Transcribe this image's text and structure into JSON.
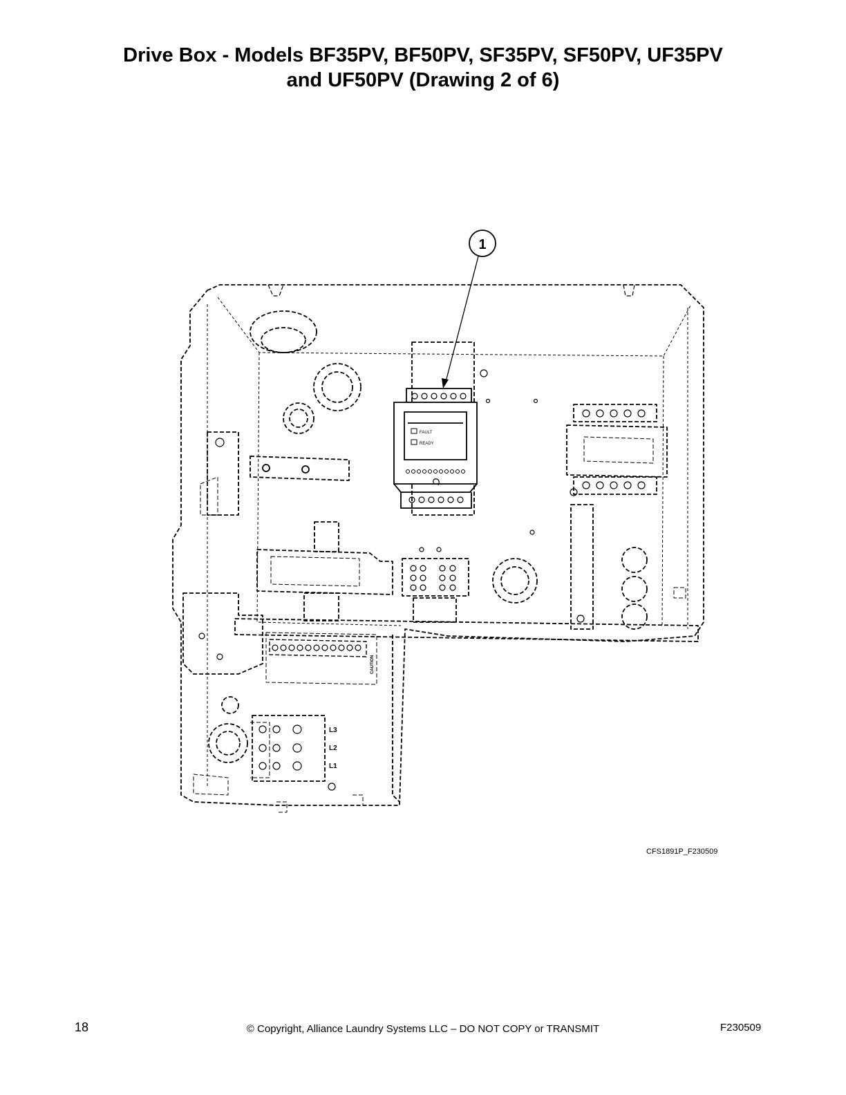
{
  "page": {
    "title_line1": "Drive Box - Models BF35PV, BF50PV, SF35PV, SF50PV, UF35PV",
    "title_line2": "and UF50PV (Drawing 2 of 6)"
  },
  "drawing": {
    "callout_number": "1",
    "indicator_fault": "FAULT",
    "indicator_ready": "READY",
    "caution_label": "CAUTION",
    "terminal_labels": [
      "L3",
      "L2",
      "L1"
    ],
    "figure_code": "CFS1891P_F230509"
  },
  "footer": {
    "page_number": "18",
    "copyright": "© Copyright, Alliance Laundry Systems LLC – DO NOT COPY or TRANSMIT",
    "doc_code": "F230509"
  }
}
